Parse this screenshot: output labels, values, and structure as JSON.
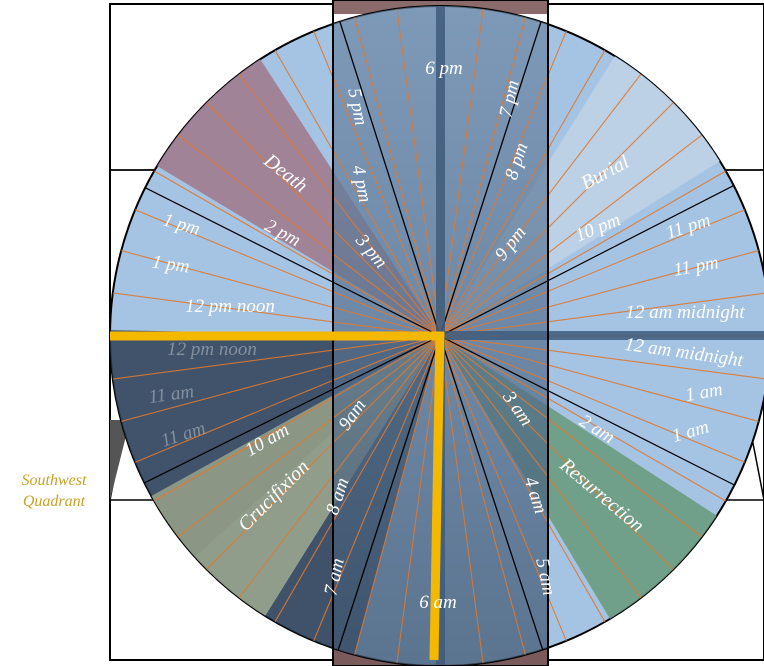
{
  "quadrant_caption": [
    "Southwest",
    "Quadrant"
  ],
  "colors": {
    "disc": "#a5c3e3",
    "window_glass": "#5b7696",
    "frame_bar": "#3c5c7e",
    "ray": "#e0782e",
    "gold_axis": "#f5b800",
    "death": "#a07f93",
    "burial": "#bdd2e6",
    "crucifixion": "#8f9b86",
    "resurrection": "#6b9c80",
    "night_band": "#2e3f56",
    "label_text": "#ffffff"
  },
  "hour_labels": [
    {
      "text": "6 pm"
    },
    {
      "text": "5 pm"
    },
    {
      "text": "4 pm"
    },
    {
      "text": "3 pm"
    },
    {
      "text": "2 pm"
    },
    {
      "text": "1 pm"
    },
    {
      "text": "1 pm"
    },
    {
      "text": "12 pm noon"
    },
    {
      "text": "12 pm noon"
    },
    {
      "text": "11 am"
    },
    {
      "text": "11 am"
    },
    {
      "text": "10 am"
    },
    {
      "text": "9am"
    },
    {
      "text": "8 am"
    },
    {
      "text": "7 am"
    },
    {
      "text": "6 am"
    },
    {
      "text": "5 am"
    },
    {
      "text": "4 am"
    },
    {
      "text": "3 am"
    },
    {
      "text": "2 am"
    },
    {
      "text": "1 am"
    },
    {
      "text": "1 am"
    },
    {
      "text": "12 am midnight"
    },
    {
      "text": "12 am midnight"
    },
    {
      "text": "11 pm"
    },
    {
      "text": "11 pm"
    },
    {
      "text": "10 pm"
    },
    {
      "text": "9 pm"
    },
    {
      "text": "8 pm"
    },
    {
      "text": "7 pm"
    }
  ],
  "event_labels": [
    {
      "text": "Death"
    },
    {
      "text": "Burial"
    },
    {
      "text": "Crucifixion"
    },
    {
      "text": "Resurrection"
    }
  ]
}
